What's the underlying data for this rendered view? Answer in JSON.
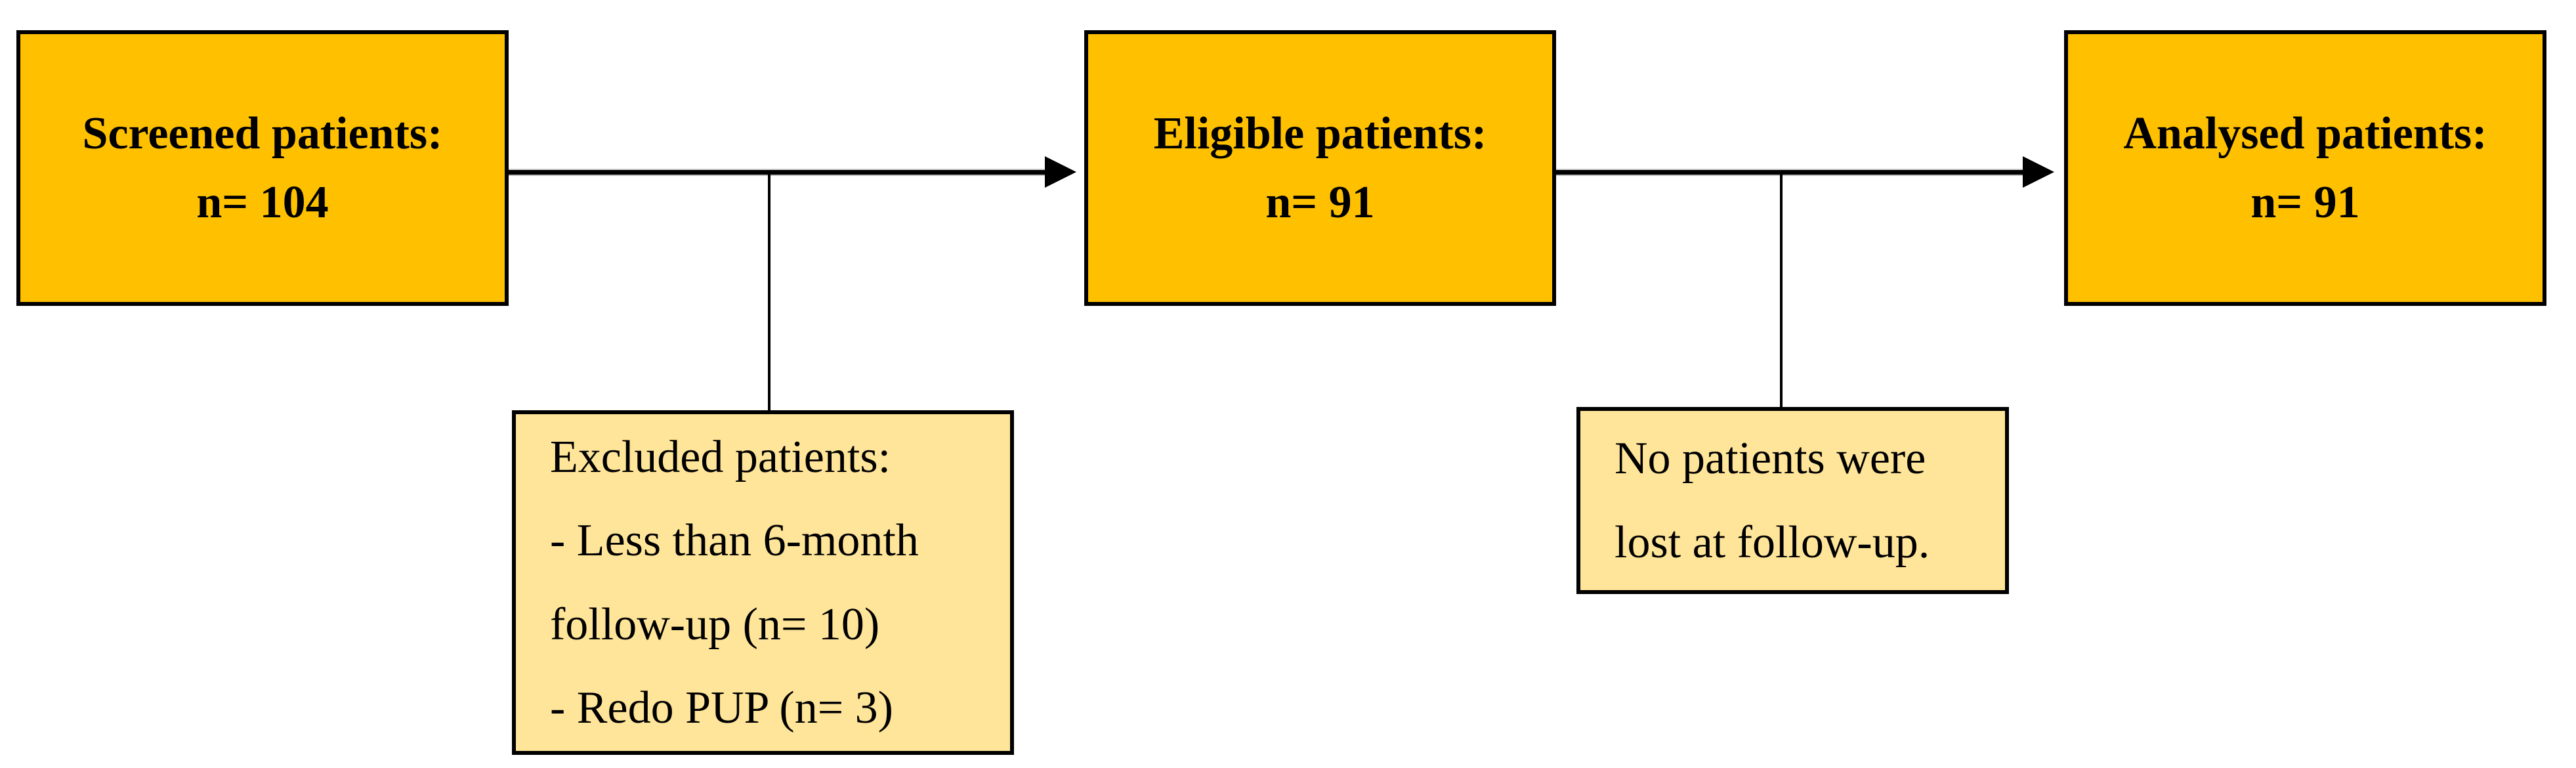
{
  "colors": {
    "background": "#FFFFFF",
    "box_fill": "#FFC000",
    "note_fill": "#FFE599",
    "border": "#000000",
    "connector": "#000000",
    "text": "#000000"
  },
  "nodes": {
    "screened": {
      "title": "Screened patients:",
      "count": "n= 104"
    },
    "eligible": {
      "title": "Eligible patients:",
      "count": "n= 91"
    },
    "analysed": {
      "title": "Analysed patients:",
      "count": "n= 91"
    },
    "excluded": {
      "lines": [
        "Excluded patients:",
        "- Less than 6-month",
        "follow-up (n= 10)",
        "- Redo PUP (n= 3)"
      ]
    },
    "lost": {
      "lines": [
        "No patients were",
        "lost at follow-up."
      ]
    }
  }
}
